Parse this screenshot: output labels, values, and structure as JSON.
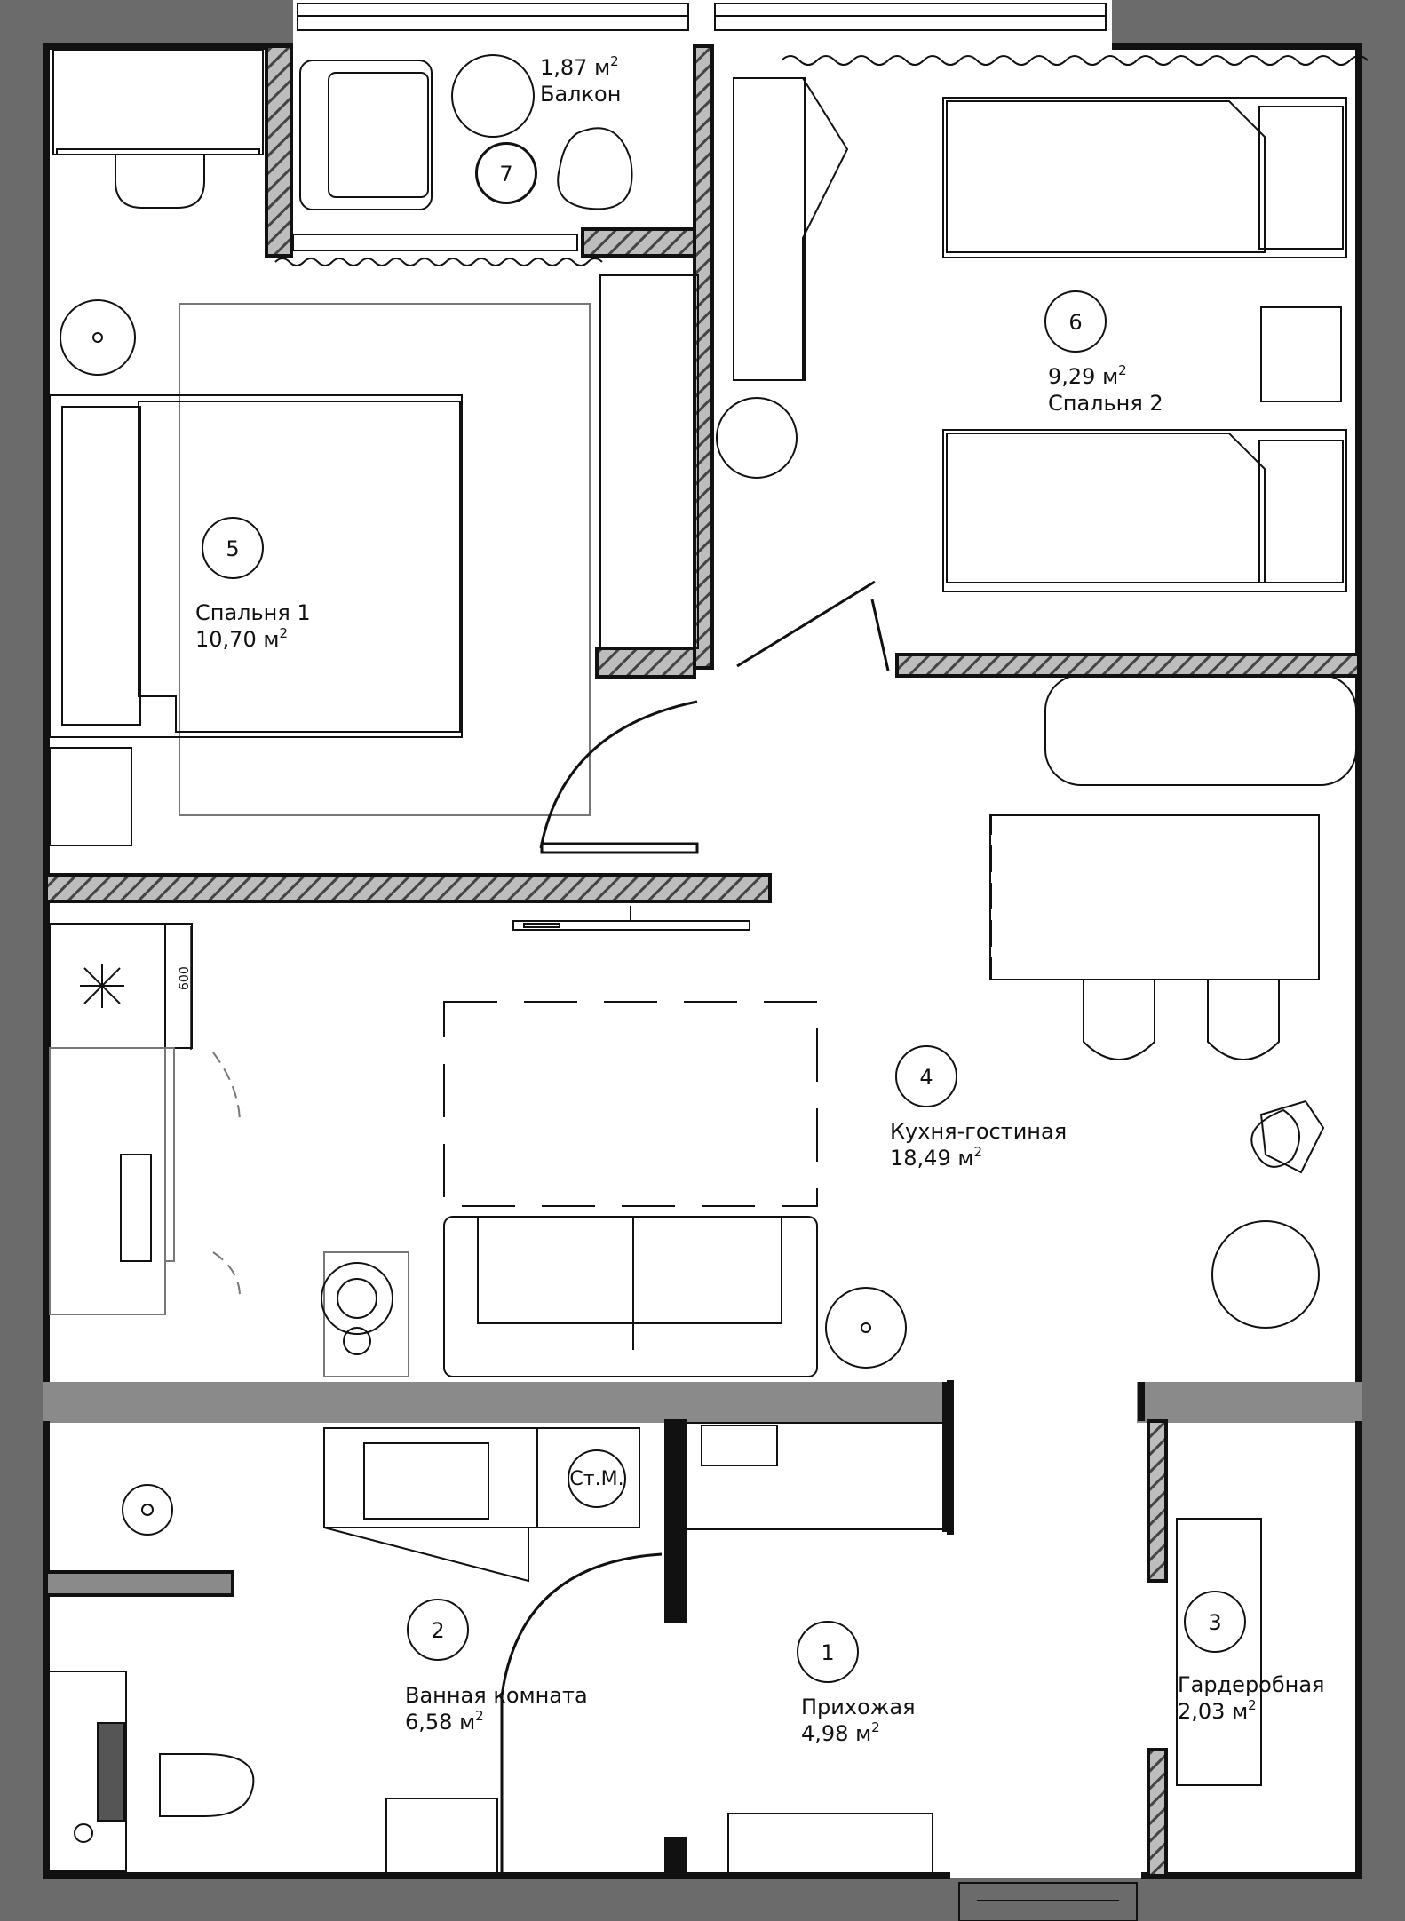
{
  "plan": {
    "rooms": [
      {
        "number": "1",
        "name": "Прихожая",
        "area": "4,98 м",
        "sup": "2"
      },
      {
        "number": "2",
        "name": "Ванная комната",
        "area": "6,58 м",
        "sup": "2"
      },
      {
        "number": "3",
        "name": "Гардеробная",
        "area": "2,03 м",
        "sup": "2"
      },
      {
        "number": "4",
        "name": "Кухня-гостиная",
        "area": "18,49 м",
        "sup": "2"
      },
      {
        "number": "5",
        "name": "Спальня 1",
        "area": "10,70 м",
        "sup": "2"
      },
      {
        "number": "6",
        "name": "Спальня 2",
        "area": "9,29 м",
        "sup": "2"
      },
      {
        "number": "7",
        "name": "Балкон",
        "area": "1,87 м",
        "sup": "2"
      }
    ],
    "annotations": {
      "dimension_600": "600",
      "washer_label": "Ст.М."
    },
    "colors": {
      "wall_fill": "#6b6b6b",
      "wall_dark": "#111111",
      "hatch": "#8a8a8a",
      "furniture": "#111111",
      "rug": "#777777"
    }
  }
}
